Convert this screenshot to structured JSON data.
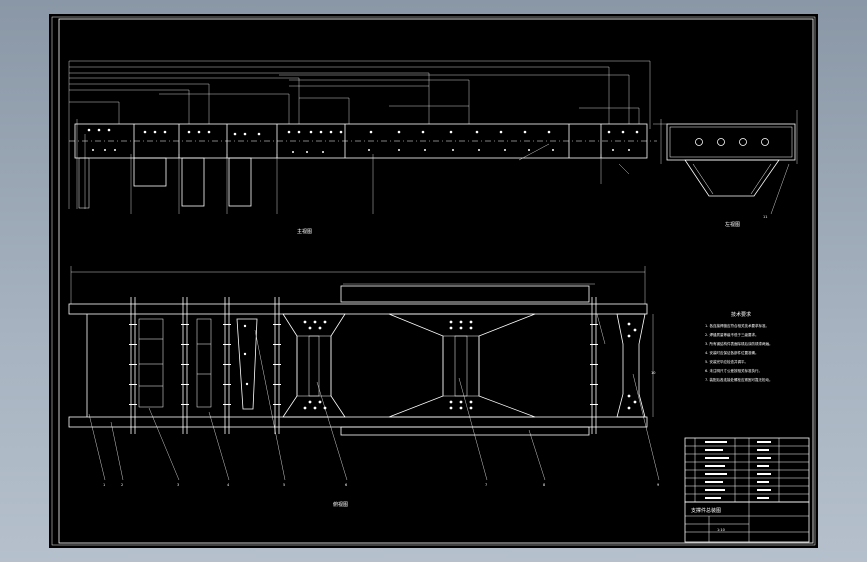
{
  "drawing": {
    "background": "#000000",
    "line_color": "#ffffff",
    "labels": {
      "front_view": "主视图",
      "side_view": "左视图",
      "plan_view": "俯视图",
      "notes_title": "技术要求",
      "title_name": "支撑件总装图",
      "scale": "1:10"
    },
    "notes": [
      "1. 各连接焊缝应符合相关技术要求标准。",
      "2. 焊缝质量等级不低于三级要求。",
      "3. 所有钢结构件表面除锈后涂防锈漆两遍。",
      "4. 安装时应保证各部件位置准确。",
      "5. 安装完毕应检查并调平。",
      "6. 未注明尺寸公差按相关标准执行。",
      "7. 装配后各连接处螺栓应紧固可靠无松动。"
    ],
    "callouts": [
      "1",
      "2",
      "3",
      "4",
      "5",
      "6",
      "7",
      "8",
      "9",
      "10",
      "11"
    ]
  }
}
